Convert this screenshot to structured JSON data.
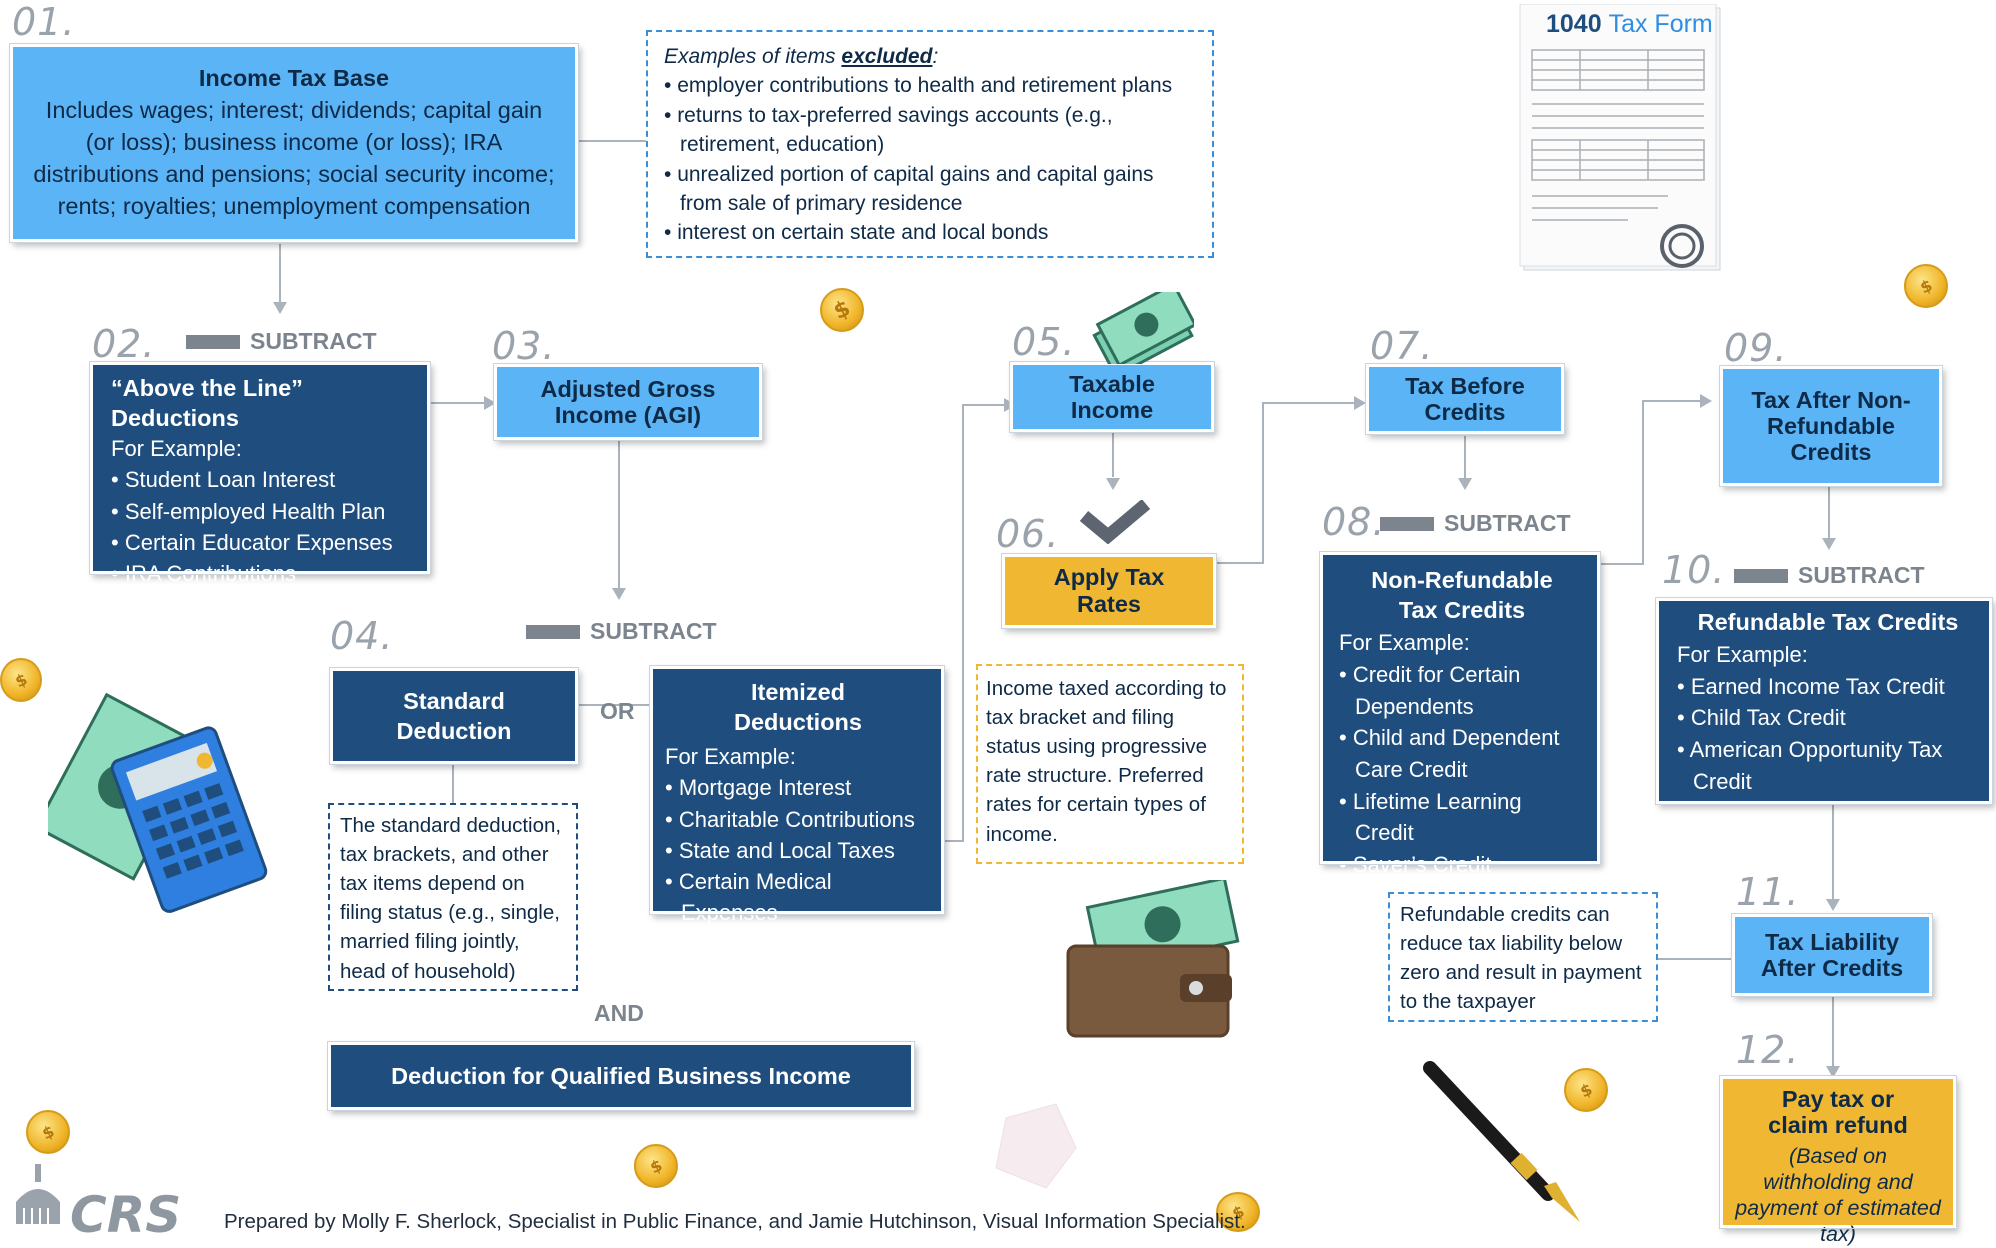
{
  "steps": {
    "s01": "01.",
    "s02": "02.",
    "s03": "03.",
    "s04": "04.",
    "s05": "05.",
    "s06": "06.",
    "s07": "07.",
    "s08": "08.",
    "s09": "09.",
    "s10": "10.",
    "s11": "11.",
    "s12": "12."
  },
  "subtract_label": "SUBTRACT",
  "income_tax_base": {
    "title": "Income Tax Base",
    "body": "Includes wages; interest; dividends; capital gain (or loss); business income (or loss); IRA distributions and pensions; social security income; rents; royalties; unemployment compensation"
  },
  "excluded": {
    "heading_prefix": "Examples of items ",
    "heading_emph": "excluded",
    "heading_suffix": ":",
    "items": [
      "employer contributions to health and retirement plans",
      "returns to tax-preferred savings accounts (e.g., retirement, education)",
      "unrealized portion of capital gains and capital gains from sale of primary residence",
      "interest on certain state and local bonds"
    ]
  },
  "above_line": {
    "title": "“Above the Line” Deductions",
    "for_example": "For Example:",
    "items": [
      "Student Loan Interest",
      "Self-employed Health Plan",
      "Certain Educator Expenses",
      "IRA Contributions"
    ]
  },
  "agi": {
    "title": "Adjusted Gross Income (AGI)"
  },
  "standard_deduction": {
    "title": "Standard Deduction"
  },
  "or_label": "OR",
  "and_label": "AND",
  "itemized": {
    "title": "Itemized Deductions",
    "for_example": "For Example:",
    "items": [
      "Mortgage Interest",
      "Charitable Contributions",
      "State and Local Taxes",
      "Certain Medical Expenses"
    ]
  },
  "filing_note": "The standard deduction, tax brackets, and other tax items depend on filing status (e.g., single, married filing jointly, head of household)",
  "qbi": {
    "title": "Deduction for Qualified Business Income"
  },
  "taxable_income": {
    "title": "Taxable Income"
  },
  "apply_rates": {
    "title": "Apply Tax Rates"
  },
  "rates_note": "Income taxed according to tax bracket and filing status using progressive rate structure. Preferred rates for certain types of income.",
  "tax_before": {
    "title": "Tax Before Credits"
  },
  "nonrefundable": {
    "title": "Non-Refundable Tax Credits",
    "for_example": "For Example:",
    "items": [
      "Credit for Certain Dependents",
      "Child and Dependent Care Credit",
      "Lifetime Learning Credit",
      "Saver’s Credit"
    ]
  },
  "tax_after_nonref": {
    "title": "Tax After Non-Refundable Credits"
  },
  "refundable": {
    "title": "Refundable Tax Credits",
    "for_example": "For Example:",
    "items": [
      "Earned Income Tax Credit",
      "Child Tax Credit",
      "American Opportunity Tax Credit"
    ]
  },
  "refundable_note": "Refundable credits can reduce tax liability below zero and result in payment to the taxpayer",
  "liability_after": {
    "title": "Tax Liability After Credits"
  },
  "pay_or_claim": {
    "title": "Pay tax or claim refund",
    "sub": "(Based on withholding and payment of estimated tax)"
  },
  "tax_form": {
    "number": "1040",
    "label": "Tax Form"
  },
  "footer": {
    "logo": "CRS",
    "credit": "Prepared by Molly F. Sherlock, Specialist in Public Finance, and Jamie Hutchinson, Visual Information Specialist."
  },
  "colors": {
    "light_box": "#5bb4f5",
    "dark_box": "#1f4e7e",
    "gold_box": "#f0b732",
    "subtract_gray": "#7c858e"
  },
  "icons": [
    "tax-form-icon",
    "coin-icon",
    "money-icon",
    "calculator-icon",
    "wallet-icon",
    "pen-icon",
    "checkmark-icon",
    "capitol-logo-icon"
  ]
}
